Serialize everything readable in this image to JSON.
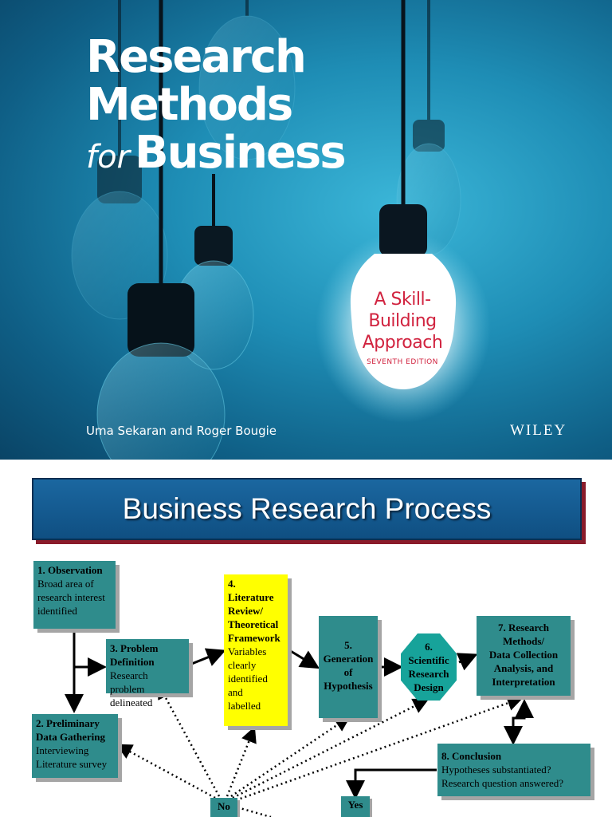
{
  "cover": {
    "title_line1": "Research",
    "title_line2": "Methods",
    "title_for": "for",
    "title_line3": "Business",
    "subtitle_line1": "A Skill-",
    "subtitle_line2": "Building",
    "subtitle_line3": "Approach",
    "edition": "SEVENTH EDITION",
    "authors": "Uma Sekaran and Roger Bougie",
    "publisher": "WILEY",
    "colors": {
      "background": "#1e8db5",
      "accent": "#d1233f"
    }
  },
  "slide": {
    "title": "Business Research Process",
    "steps": {
      "s1": {
        "heading": "1. Observation",
        "body": [
          "Broad area of",
          "research interest",
          "identified"
        ]
      },
      "s2": {
        "heading": [
          "2. Preliminary",
          "Data Gathering"
        ],
        "body": [
          "Interviewing",
          "Literature survey"
        ]
      },
      "s3": {
        "heading": [
          "3. Problem",
          "Definition"
        ],
        "body": [
          "Research problem",
          "delineated"
        ]
      },
      "s4": {
        "heading": [
          "4.",
          "Literature",
          "Review/",
          "Theoretical",
          "Framework"
        ],
        "body": [
          "Variables",
          "clearly",
          "identified",
          "and",
          "labelled"
        ]
      },
      "s5": {
        "heading": [
          "5.",
          "Generation",
          "of",
          "Hypothesis"
        ]
      },
      "s6": {
        "heading": [
          "6.",
          "Scientific",
          "Research",
          "Design"
        ]
      },
      "s7": {
        "heading": [
          "7. Research",
          "Methods/",
          "Data Collection",
          "Analysis, and",
          "Interpretation"
        ]
      },
      "s8": {
        "heading": "8. Conclusion",
        "body": [
          "Hypotheses substantiated?",
          "Research question answered?"
        ]
      }
    },
    "no_label": "No",
    "yes_label": "Yes",
    "colors": {
      "box": "#2f8c8c",
      "highlight": "#ffff00",
      "title_bar": "#1b67a0"
    }
  }
}
